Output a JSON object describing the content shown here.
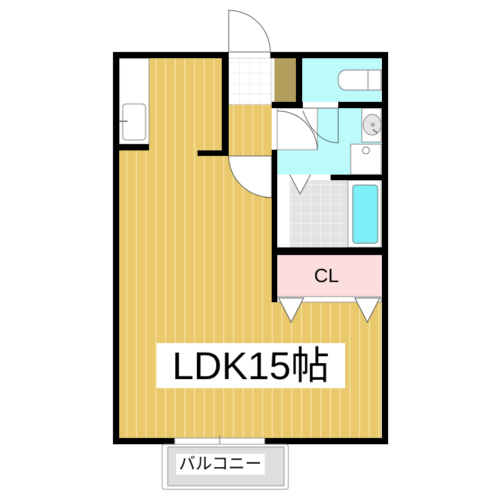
{
  "rooms": {
    "ldk_label": "LDK15帖",
    "closet_label": "CL",
    "balcony_label": "バルコニー"
  },
  "colors": {
    "wall": "#000000",
    "wood_floor": "#e9c96b",
    "wood_stripe": "#f6e3a8",
    "water_area": "#bdfbfb",
    "bathtub": "#7cf0f6",
    "closet": "#fcdede",
    "shoe_box": "#b39f5d",
    "tile": "#e3e3e3",
    "balcony": "#dedede"
  }
}
